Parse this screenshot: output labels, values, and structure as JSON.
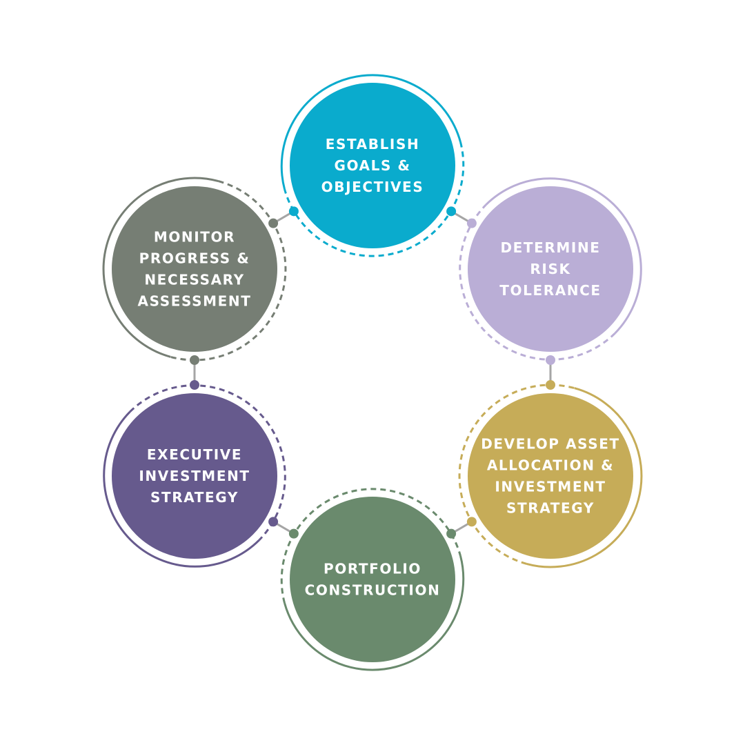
{
  "cycle": {
    "steps": [
      {
        "id": "establish-goals",
        "color": "#0AABCD",
        "lines": [
          "ESTABLISH",
          "GOALS &",
          "OBJECTIVES"
        ]
      },
      {
        "id": "determine-risk",
        "color": "#BAAED6",
        "lines": [
          "DETERMINE",
          "RISK",
          "TOLERANCE"
        ]
      },
      {
        "id": "develop-asset-allocation",
        "color": "#C6AC58",
        "lines": [
          "DEVELOP ASSET",
          "ALLOCATION &",
          "INVESTMENT",
          "STRATEGY"
        ]
      },
      {
        "id": "portfolio-construction",
        "color": "#6A8A6D",
        "lines": [
          "PORTFOLIO",
          "CONSTRUCTION"
        ]
      },
      {
        "id": "executive-investment",
        "color": "#665A8D",
        "lines": [
          "EXECUTIVE",
          "INVESTMENT",
          "STRATEGY"
        ]
      },
      {
        "id": "monitor-progress",
        "color": "#767E74",
        "lines": [
          "MONITOR",
          "PROGRESS &",
          "NECESSARY",
          "ASSESSMENT"
        ]
      }
    ],
    "connector_color": "#A5A5A5"
  }
}
